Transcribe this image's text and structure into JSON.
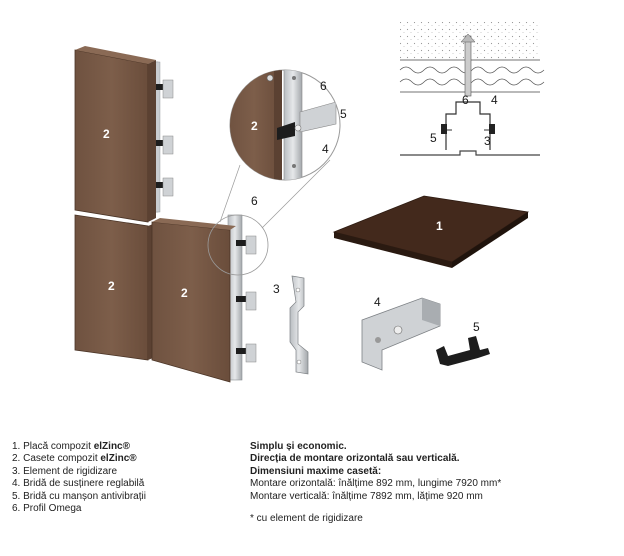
{
  "labels": {
    "n1": "1",
    "n2": "2",
    "n3": "3",
    "n4": "4",
    "n5": "5",
    "n6": "6"
  },
  "legend": [
    {
      "text": "1. Placă compozit ",
      "brand": "elZinc®"
    },
    {
      "text": "2. Casete compozit ",
      "brand": "elZinc®"
    },
    {
      "text": "3. Element de rigidizare",
      "brand": ""
    },
    {
      "text": "4. Bridă de susținere reglabilă",
      "brand": ""
    },
    {
      "text": "5. Bridă cu manșon antivibrații",
      "brand": ""
    },
    {
      "text": "6. Profil Omega",
      "brand": ""
    }
  ],
  "specs": {
    "headline": "Simplu și economic.",
    "direction": "Direcția de montare orizontală sau verticală.",
    "dims_title": "Dimensiuni maxime casetă:",
    "horizontal": "Montare orizontală: înălțime 892 mm, lungime 7920 mm*",
    "vertical": "Montare verticală: înălțime 7892 mm, lățime 920 mm"
  },
  "footnote": "* cu element de rigidizare",
  "colors": {
    "panel_brown": "#7a5a45",
    "panel_dark": "#4a3426",
    "plate_brown": "#3f2a1e",
    "metal_light": "#d6d9dc",
    "metal_mid": "#a9adb1",
    "bracket_black": "#1d1d1d"
  }
}
